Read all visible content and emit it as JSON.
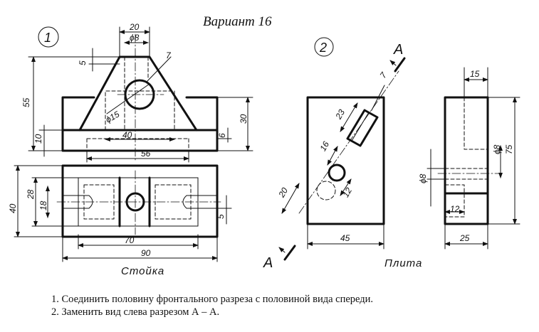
{
  "title": "Вариант 16",
  "figure1": {
    "number": "1",
    "caption": "Стойка",
    "dims": {
      "d20": "20",
      "d8": "ϕ8",
      "d7": "7",
      "d5a": "5",
      "d55": "55",
      "d15": "ϕ15",
      "d30": "30",
      "d10": "10",
      "d6": "6",
      "d40a": "40",
      "d56": "56",
      "d40b": "40",
      "d28": "28",
      "d18": "18",
      "d5b": "5",
      "d70": "70",
      "d90": "90"
    }
  },
  "figure2": {
    "number": "2",
    "caption": "Плита",
    "section_letter": "A",
    "dims": {
      "d7": "7",
      "d23": "23",
      "d16": "16",
      "d12a": "12",
      "d20": "20",
      "d45": "45",
      "d15": "15",
      "d8a": "ϕ8",
      "d75": "75",
      "d8b": "ϕ8",
      "d12b": "12",
      "d25": "25"
    }
  },
  "tasks": [
    "1. Соединить половину фронтального разреза с половиной вида спереди.",
    "2. Заменить вид слева разрезом А – А."
  ]
}
